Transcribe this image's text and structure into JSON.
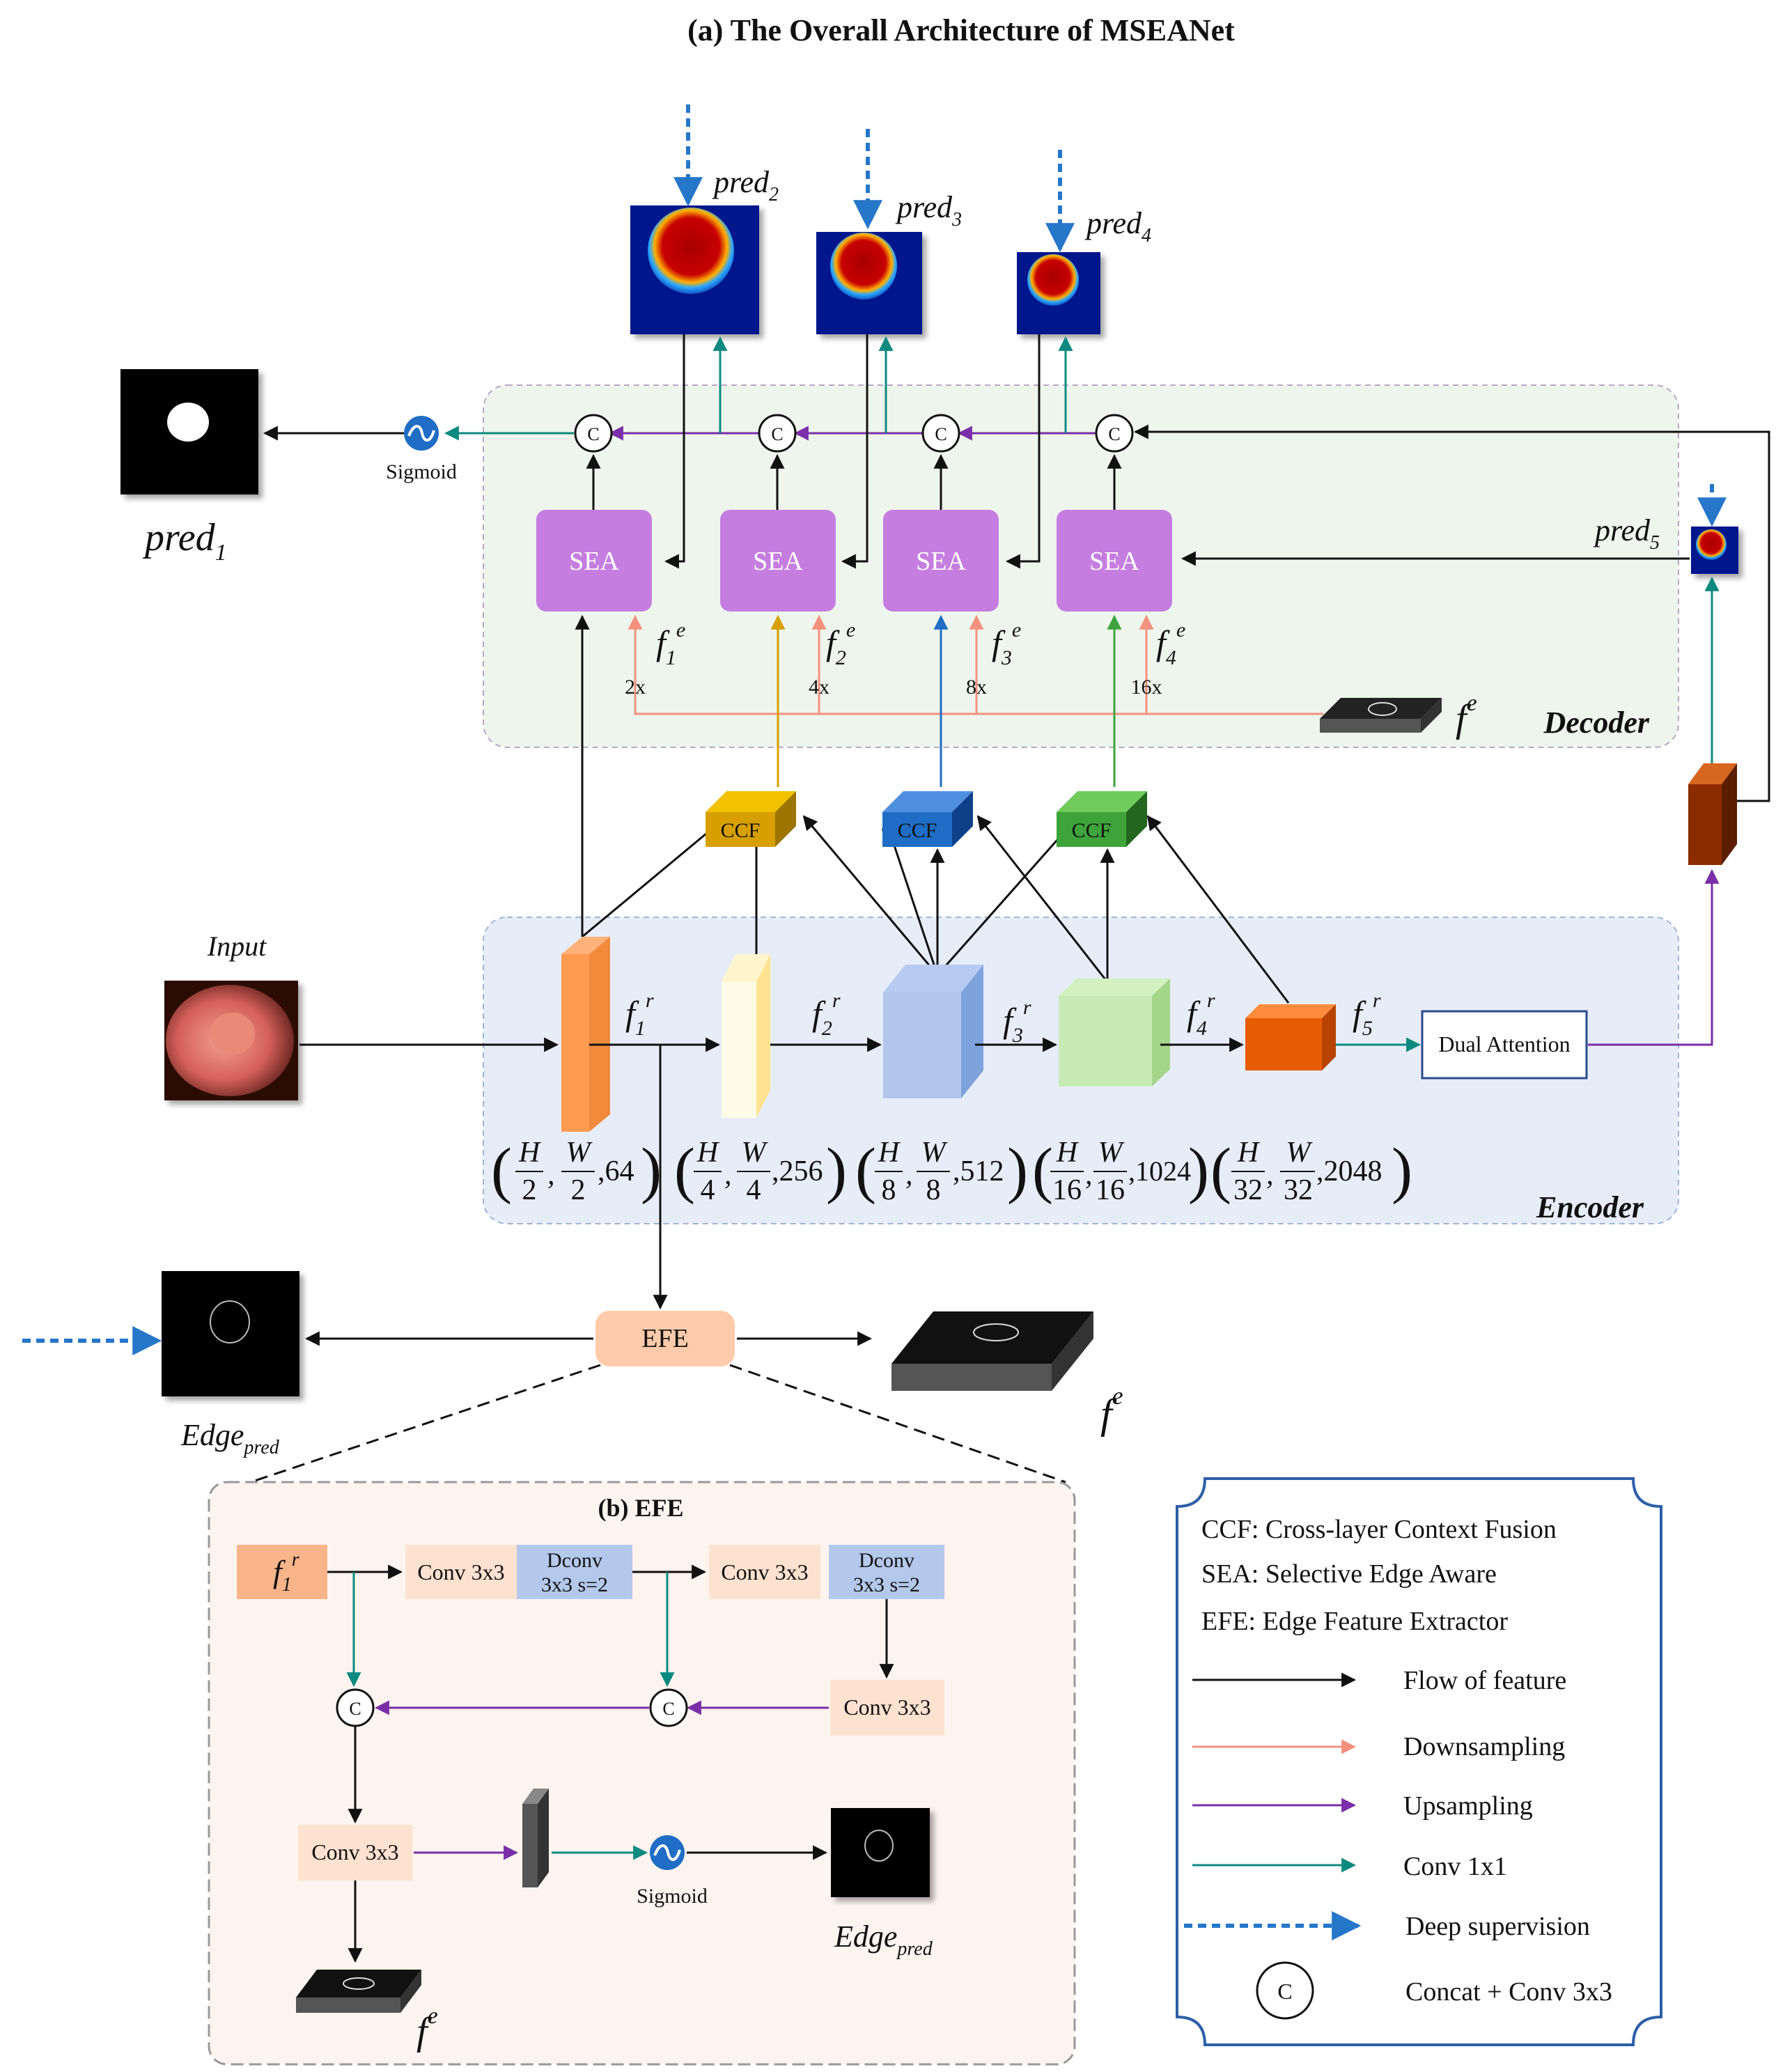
{
  "title": "(a) The Overall Architecture of MSEANet",
  "preds": {
    "pred1": "pred",
    "pred1_sub": "1",
    "pred2": "pred",
    "pred2_sub": "2",
    "pred3": "pred",
    "pred3_sub": "3",
    "pred4": "pred",
    "pred4_sub": "4",
    "pred5": "pred",
    "pred5_sub": "5"
  },
  "sigmoid_label": "Sigmoid",
  "concat_symbol": "C",
  "sea_label": "SEA",
  "ccf_label": "CCF",
  "efe_label": "EFE",
  "dual_attention_label": "Dual Attention",
  "input_label": "Input",
  "decoder_label": "Decoder",
  "encoder_label": "Encoder",
  "feature_symbol": "f",
  "sup_r": "r",
  "sup_e": "e",
  "fr_subs": [
    "1",
    "2",
    "3",
    "4",
    "5"
  ],
  "fe_subs": [
    "1",
    "2",
    "3",
    "4"
  ],
  "scales": [
    "2x",
    "4x",
    "8x",
    "16x"
  ],
  "edge_pred": "Edge",
  "edge_pred_sub": "pred",
  "dims": [
    {
      "num1": "H",
      "den1": "2",
      "num2": "W",
      "den2": "2",
      "c": ",64"
    },
    {
      "num1": "H",
      "den1": "4",
      "num2": "W",
      "den2": "4",
      "c": ",256"
    },
    {
      "num1": "H",
      "den1": "8",
      "num2": "W",
      "den2": "8",
      "c": ",512"
    },
    {
      "num1": "H",
      "den1": "16",
      "num2": "W",
      "den2": "16",
      "c": ",1024"
    },
    {
      "num1": "H",
      "den1": "32",
      "num2": "W",
      "den2": "32",
      "c": ",2048"
    }
  ],
  "efe_panel": {
    "title": "(b) EFE",
    "conv3": "Conv 3x3",
    "dconv_line1": "Dconv",
    "dconv_line2": "3x3 s=2"
  },
  "legend": {
    "ccf": "CCF: Cross-layer Context Fusion",
    "sea": "SEA: Selective Edge Aware",
    "efe": "EFE: Edge Feature Extractor",
    "flow": "Flow of feature",
    "down": "Downsampling",
    "up": "Upsampling",
    "conv1": "Conv 1x1",
    "deep": "Deep supervision",
    "concat": "Concat + Conv 3x3"
  },
  "colors": {
    "flow": "#111111",
    "downsampling": "#f4907e",
    "upsampling": "#7a2ea8",
    "conv1x1": "#0d8a80",
    "deep_supervision": "#2677c9",
    "sea_fill": "#c57ee0",
    "ccf_yellow": "#d7a000",
    "ccf_blue": "#1f6dc4",
    "ccf_green": "#3ea33b"
  }
}
